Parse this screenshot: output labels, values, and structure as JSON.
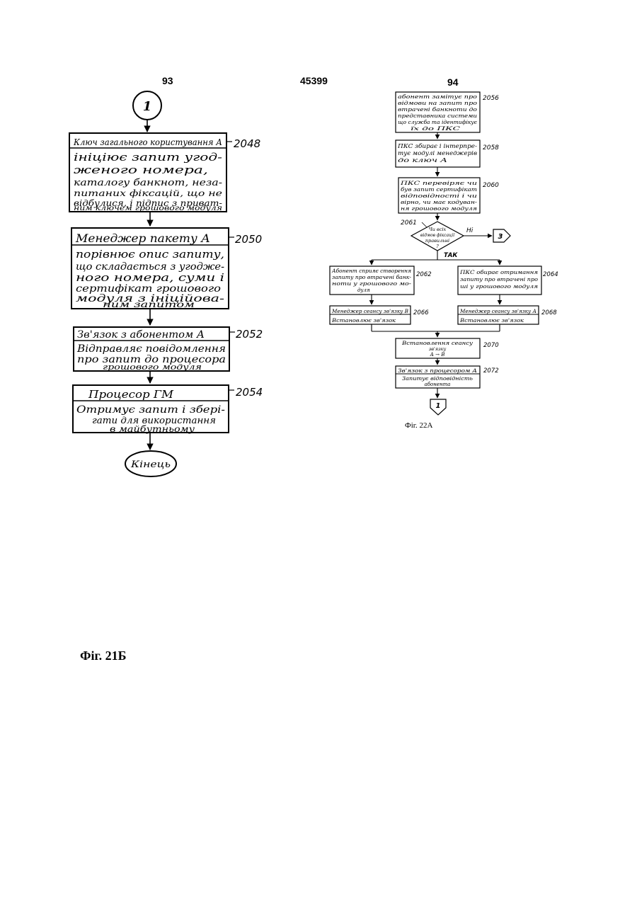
{
  "header": {
    "page_left": "93",
    "patent_no": "45399",
    "page_right": "94"
  },
  "left_flow": {
    "start_connector": "1",
    "boxes": [
      {
        "ref": "2048",
        "title": "Ключ загального користування А",
        "lines": [
          "ініціює запит угод-",
          "женого номера,",
          "каталогу банкнот, неза-",
          "питаних фіксацій, що не",
          "відбулися, і підпис з приват-",
          "ним ключем грошового модуля"
        ]
      },
      {
        "ref": "2050",
        "title": "Менеджер пакету А",
        "lines": [
          "порівнює опис запиту,",
          "що складається з угодже-",
          "ного номера, суми і",
          "сертифікат грошового",
          "модуля з ініційова-",
          "ним запитом"
        ]
      },
      {
        "ref": "2052",
        "title": "Зв'язок з абонентом А",
        "lines": [
          "Відправляє повідомлення",
          "про запит до процесора",
          "грошового модуля"
        ]
      },
      {
        "ref": "2054",
        "title": "Процесор ГМ",
        "lines": [
          "Отримує запит і збері-",
          "гати для використання",
          "в майбутньому"
        ]
      }
    ],
    "end_label": "Кінець",
    "caption": "Фіг. 21Б"
  },
  "right_flow": {
    "boxes": [
      {
        "ref": "2056",
        "lines": [
          "абонент замітує про",
          "відмови на запит про",
          "втрачені банкноти до",
          "представника системи",
          "що служба та ідентифікує",
          "їх до ПКС"
        ]
      },
      {
        "ref": "2058",
        "lines": [
          "ПКС збирає і інтерпре-",
          "тує модулі менеджерів",
          "до ключ А"
        ]
      },
      {
        "ref": "2060",
        "lines": [
          "ПКС перевіряє чи",
          "був запит сертифікат",
          "відповідності і чи",
          "вірно, чи має кодуван-",
          "ня грошового модуля"
        ]
      },
      {
        "ref": "2062",
        "lines": [
          "Абонент сприяє створення",
          "запиту про втрачені банк-",
          "ноти у грошового мо-",
          "дуля"
        ]
      },
      {
        "ref": "2064",
        "lines": [
          "ПКС обирає отримання",
          "запиту про втрачені про",
          "ші у грошового модуля"
        ]
      },
      {
        "ref": "2066",
        "title": "Менеджер сеансу зв'язку В",
        "lines": [
          "Встановлює зв'язок"
        ]
      },
      {
        "ref": "2068",
        "title": "Менеджер сеансу зв'язку А",
        "lines": [
          "Встановлює зв'язок"
        ]
      },
      {
        "ref": "2070",
        "lines": [
          "Встановлення сеансу",
          "зв'язку",
          "А → В"
        ]
      },
      {
        "ref": "2072",
        "title": "Зв'язок з процесором А",
        "lines": [
          "Запитує відповідність",
          "абонента"
        ]
      }
    ],
    "decision": {
      "ref": "2061",
      "lines": [
        "Чи всіх",
        "відмов фіксації",
        "правильні",
        "?"
      ],
      "no_label": "Ні",
      "yes_label": "ТАК"
    },
    "offpage_connector": "3",
    "end_connector": "1",
    "caption": "Фіг. 22А"
  }
}
